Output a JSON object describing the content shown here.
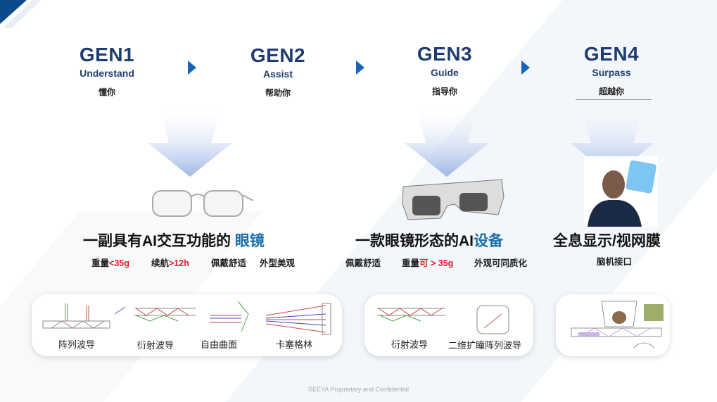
{
  "generations": [
    {
      "title": "GEN1",
      "subtitle": "Understand",
      "cn": "懂你"
    },
    {
      "title": "GEN2",
      "subtitle": "Assist",
      "cn": "帮助你"
    },
    {
      "title": "GEN3",
      "subtitle": "Guide",
      "cn": "指导你"
    },
    {
      "title": "GEN4",
      "subtitle": "Surpass",
      "cn": "超越你"
    }
  ],
  "col1": {
    "head": "一副具有AI交互功能的",
    "head_hl": "眼镜",
    "f1a": "重量",
    "f1b": "<35g",
    "f2a": "续航",
    "f2b": ">12h",
    "f3": "佩戴舒适",
    "f4": "外型美观",
    "tech": [
      "阵列波导",
      "衍射波导",
      "自由曲面",
      "卡塞格林"
    ]
  },
  "col2": {
    "head": "一款眼镜形态的AI",
    "head_hl": "设备",
    "f1": "佩戴舒适",
    "f2a": "重量",
    "f2b": "可 > 35g",
    "f3": "外观可同质化",
    "tech": [
      "衍射波导",
      "二维扩瞳阵列波导"
    ]
  },
  "col3": {
    "head": "全息显示/视网膜",
    "f1": "脑机接口"
  },
  "footer": "SEEYA Proprietary and Confidential",
  "colors": {
    "brand": "#1f3d70",
    "accent": "#1565b8",
    "highlight": "#1b6ea8",
    "red": "#e8192c"
  }
}
